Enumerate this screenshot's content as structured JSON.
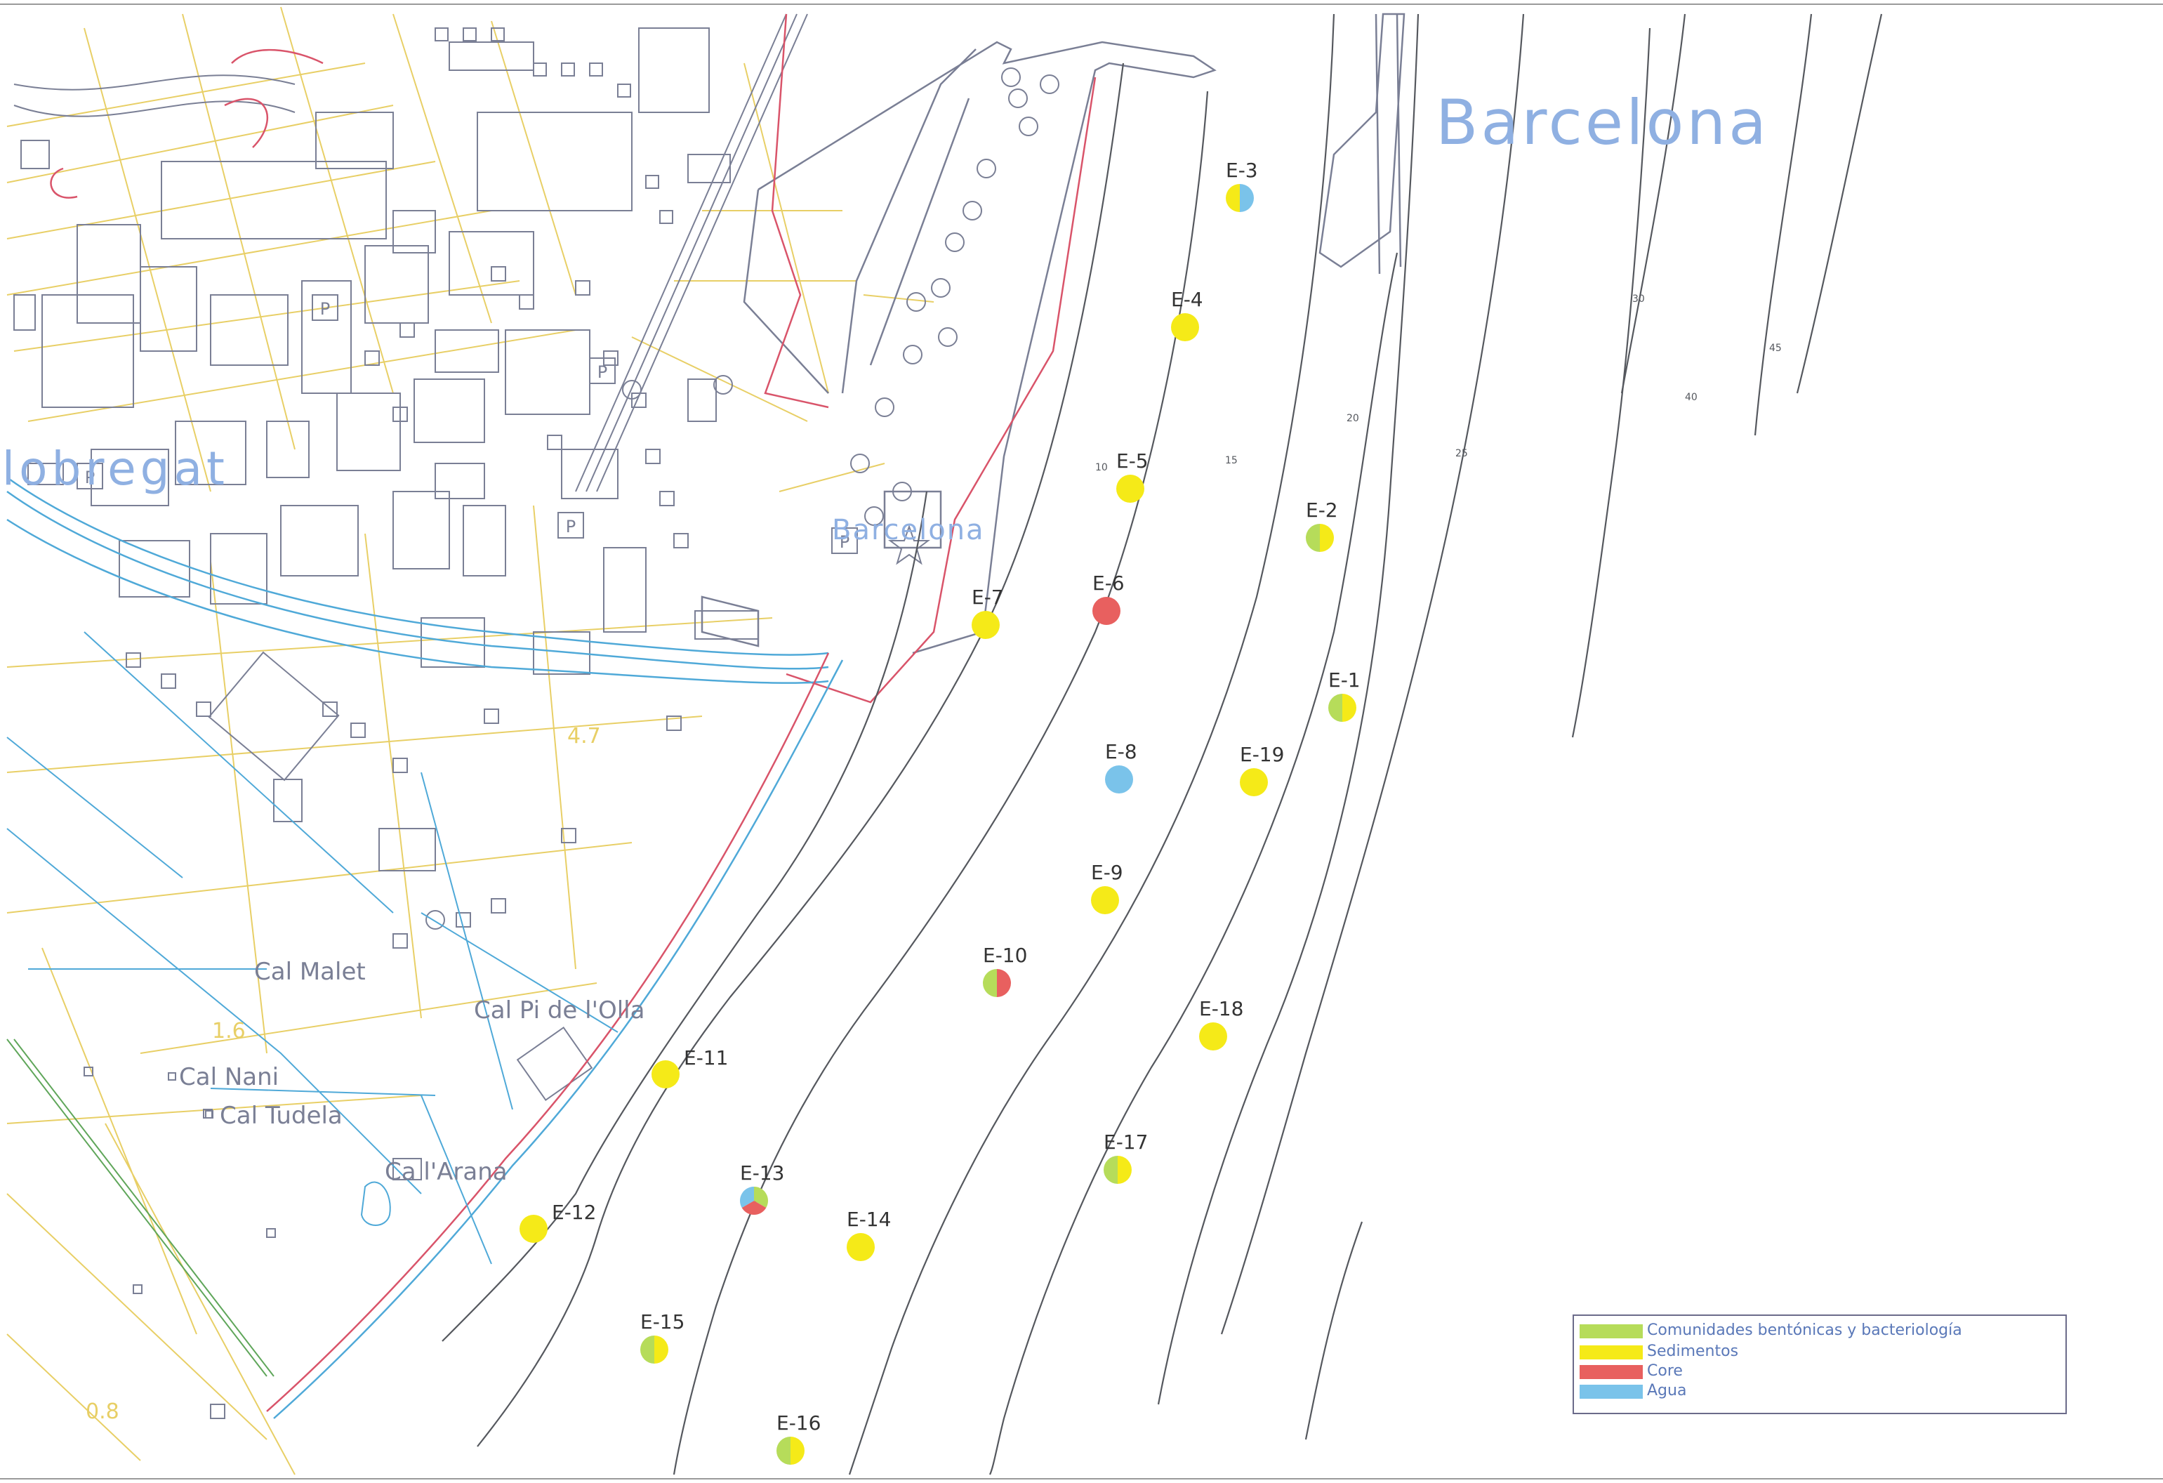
{
  "map": {
    "place_labels": {
      "barcelona": "Barcelona",
      "llobregat": "Llobregat",
      "barcelona_small": "Barcelona",
      "cal_malet": "Cal Malet",
      "cal_pi": "Cal Pi de l'Olla",
      "cal_nani": "Cal Nani",
      "cal_tudela": "Cal Tudela",
      "ca_larana": "Ca l'Arana"
    },
    "elevations": [
      "4.7",
      "1.6",
      "0.8"
    ],
    "parking_label": "P",
    "contour_labels": [
      "10",
      "15",
      "20",
      "25",
      "30",
      "40",
      "45"
    ]
  },
  "stations": [
    {
      "id": "E-1",
      "samples": [
        "comunidades",
        "sedimentos"
      ]
    },
    {
      "id": "E-2",
      "samples": [
        "comunidades",
        "sedimentos"
      ]
    },
    {
      "id": "E-3",
      "samples": [
        "sedimentos",
        "agua"
      ]
    },
    {
      "id": "E-4",
      "samples": [
        "sedimentos"
      ]
    },
    {
      "id": "E-5",
      "samples": [
        "sedimentos"
      ]
    },
    {
      "id": "E-6",
      "samples": [
        "core"
      ]
    },
    {
      "id": "E-7",
      "samples": [
        "sedimentos"
      ]
    },
    {
      "id": "E-8",
      "samples": [
        "agua"
      ]
    },
    {
      "id": "E-9",
      "samples": [
        "sedimentos"
      ]
    },
    {
      "id": "E-10",
      "samples": [
        "comunidades",
        "core"
      ]
    },
    {
      "id": "E-11",
      "samples": [
        "sedimentos"
      ]
    },
    {
      "id": "E-12",
      "samples": [
        "sedimentos"
      ]
    },
    {
      "id": "E-13",
      "samples": [
        "comunidades",
        "core",
        "agua"
      ]
    },
    {
      "id": "E-14",
      "samples": [
        "sedimentos"
      ]
    },
    {
      "id": "E-15",
      "samples": [
        "comunidades",
        "sedimentos"
      ]
    },
    {
      "id": "E-16",
      "samples": [
        "comunidades",
        "sedimentos"
      ]
    },
    {
      "id": "E-17",
      "samples": [
        "comunidades",
        "sedimentos"
      ]
    },
    {
      "id": "E-18",
      "samples": [
        "sedimentos"
      ]
    },
    {
      "id": "E-19",
      "samples": [
        "sedimentos"
      ]
    }
  ],
  "legend": {
    "items": [
      {
        "key": "comunidades",
        "label": "Comunidades bentónicas y bacteriología",
        "color": "#b6dc5a"
      },
      {
        "key": "sedimentos",
        "label": "Sedimentos",
        "color": "#f5ea18"
      },
      {
        "key": "core",
        "label": "Core",
        "color": "#e8605f"
      },
      {
        "key": "agua",
        "label": "Agua",
        "color": "#7ac3ea"
      }
    ]
  },
  "colors": {
    "buildings": "#7a7f95",
    "streets": "#e8cf66",
    "contours": "#55585e",
    "water": "#4fa9d8",
    "coast_red": "#d9546a",
    "label_blue": "#6f9ad6"
  }
}
